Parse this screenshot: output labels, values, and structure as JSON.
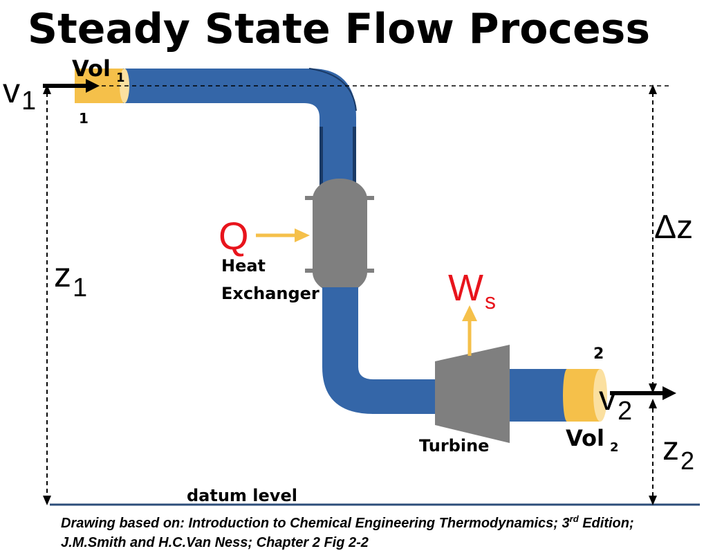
{
  "title": "Steady State Flow Process",
  "labels": {
    "v_in": "v",
    "v_in_sub": "1",
    "vol_in": "Vol",
    "vol_in_sub": "1",
    "station_in": "1",
    "z1": "z",
    "z1_sub": "1",
    "heat_symbol": "Q",
    "heat_exchanger_line1": "Heat",
    "heat_exchanger_line2": "Exchanger",
    "work_symbol": "W",
    "work_sub": "s",
    "turbine": "Turbine",
    "station_out": "2",
    "v_out": "v",
    "v_out_sub": "2",
    "vol_out": "Vol",
    "vol_out_sub": "2",
    "delta_z": "Δz",
    "z2": "z",
    "z2_sub": "2",
    "datum": "datum level"
  },
  "caption": {
    "line1_a": "Drawing based on: Introduction to Chemical Engineering Thermodynamics; 3",
    "line1_sup": "rd",
    "line1_b": " Edition;",
    "line2": "J.M.Smith and H.C.Van Ness; Chapter 2 Fig 2-2"
  },
  "colors": {
    "pipe": "#3466a8",
    "pipe_dark": "#1a3a66",
    "fluid_volume": "#f5c04a",
    "fluid_volume_light": "#fbe0a0",
    "equipment": "#7f7f7f",
    "heat_work_arrows": "#f5c04a",
    "red_symbols": "#e8141c",
    "datum_line": "#2c4d7a"
  }
}
